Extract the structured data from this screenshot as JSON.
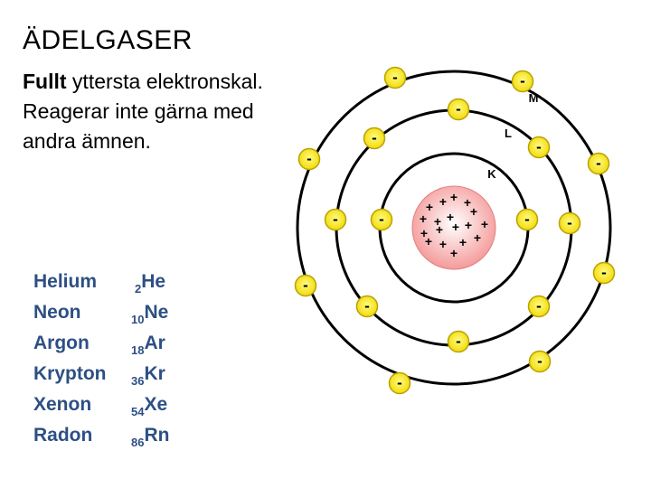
{
  "title": "ÄDELGASER",
  "description": {
    "bold": "Fullt",
    "line1_rest": " yttersta elektronskal.",
    "line2": "Reagerar inte gärna med",
    "line3": "andra ämnen."
  },
  "gases": [
    {
      "name": "Helium",
      "number": "2",
      "symbol": "He"
    },
    {
      "name": "Neon",
      "number": "10",
      "symbol": "Ne"
    },
    {
      "name": "Argon",
      "number": "18",
      "symbol": "Ar"
    },
    {
      "name": "Krypton",
      "number": "36",
      "symbol": "Kr"
    },
    {
      "name": "Xenon",
      "number": "54",
      "symbol": "Xe"
    },
    {
      "name": "Radon",
      "number": "86",
      "symbol": "Rn"
    }
  ],
  "atom": {
    "shells": [
      {
        "label": "K",
        "electron_count": 2
      },
      {
        "label": "L",
        "electron_count": 8
      },
      {
        "label": "M",
        "electron_count": 8
      }
    ],
    "electron_symbol": "-",
    "proton_symbol": "+",
    "proton_count": 18,
    "colors": {
      "electron_fill": "#f7e600",
      "electron_stroke": "#b8a100",
      "nucleus": "#f7aaaa",
      "shell": "#000000"
    }
  }
}
